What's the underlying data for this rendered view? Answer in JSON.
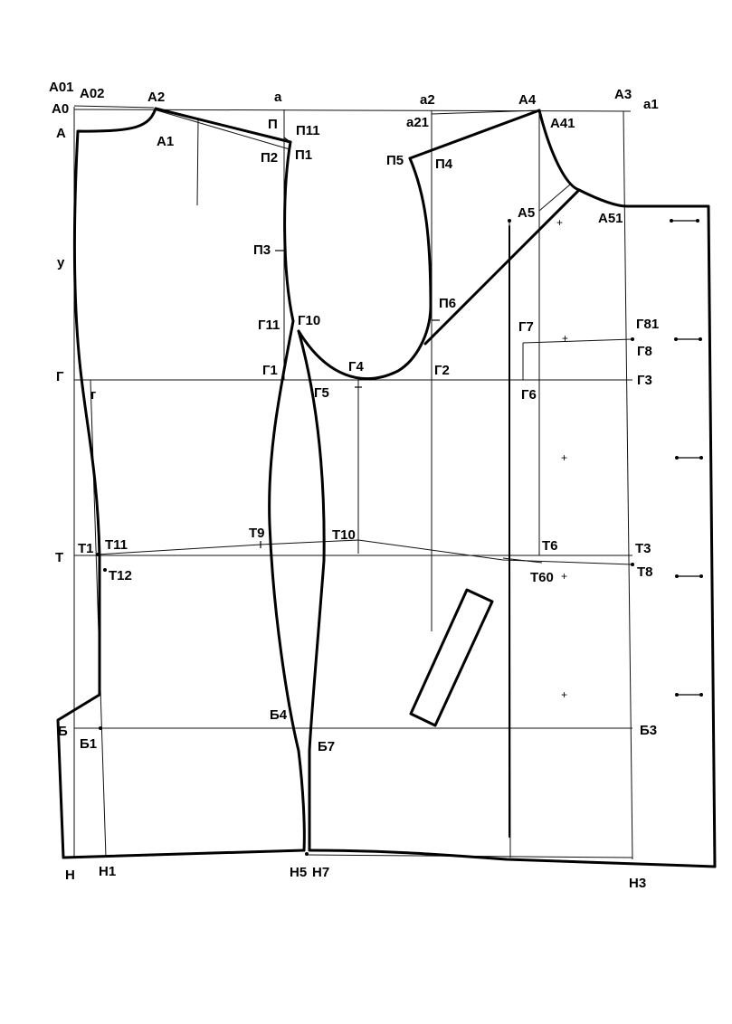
{
  "labels": {
    "A01": "A01",
    "A02": "A02",
    "A0": "A0",
    "A": "A",
    "A2": "A2",
    "A1": "A1",
    "a": "a",
    "a2": "a2",
    "a21": "a21",
    "A4": "A4",
    "A41": "A41",
    "A3": "A3",
    "a1": "a1",
    "P": "П",
    "P11": "П11",
    "P2": "П2",
    "P1": "П1",
    "P5": "П5",
    "P4": "П4",
    "A5": "A5",
    "A51": "A51",
    "y": "у",
    "P3": "П3",
    "P6": "П6",
    "G11": "Г11",
    "G10": "Г10",
    "G7": "Г7",
    "G81": "Г81",
    "G8": "Г8",
    "G": "Г",
    "g": "г",
    "G1": "Г1",
    "G4": "Г4",
    "G5": "Г5",
    "G2": "Г2",
    "G6": "Г6",
    "G3": "Г3",
    "T": "T",
    "T1": "T1",
    "T11": "T11",
    "T12": "T12",
    "T9": "T9",
    "T10": "T10",
    "T6": "T6",
    "T3": "T3",
    "T60": "T60",
    "T8": "T8",
    "B": "Б",
    "B1": "Б1",
    "B4": "Б4",
    "B7": "Б7",
    "B3": "Б3",
    "H": "Н",
    "H1": "Н1",
    "H5": "Н5",
    "H7": "Н7",
    "H3": "Н3"
  }
}
